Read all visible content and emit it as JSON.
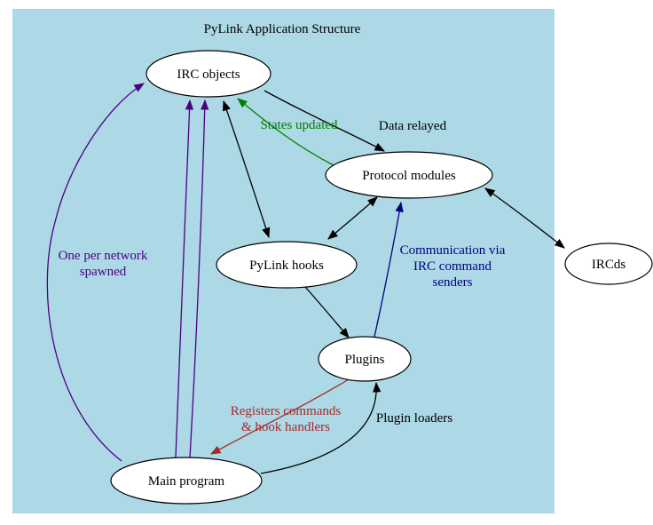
{
  "title": "PyLink Application Structure",
  "nodes": {
    "irc_objects": "IRC objects",
    "protocol_modules": "Protocol modules",
    "pylink_hooks": "PyLink hooks",
    "ircds": "IRCds",
    "plugins": "Plugins",
    "main_program": "Main program"
  },
  "edge_labels": {
    "data_relayed": "Data relayed",
    "states_updated": "States updated",
    "communication": [
      "Communication via",
      "IRC command",
      "senders"
    ],
    "one_per_network": [
      "One per network",
      "spawned"
    ],
    "registers": [
      "Registers commands",
      "& hook handlers"
    ],
    "plugin_loaders": "Plugin loaders"
  },
  "colors": {
    "background": "#ADD8E6",
    "node_fill": "#FFFFFF",
    "node_stroke": "#000000",
    "text": "#000000",
    "edge_black": "#000000",
    "edge_green": "#008000",
    "edge_blue": "#000080",
    "edge_purple": "#4B0082",
    "edge_red": "#A52A2A"
  }
}
